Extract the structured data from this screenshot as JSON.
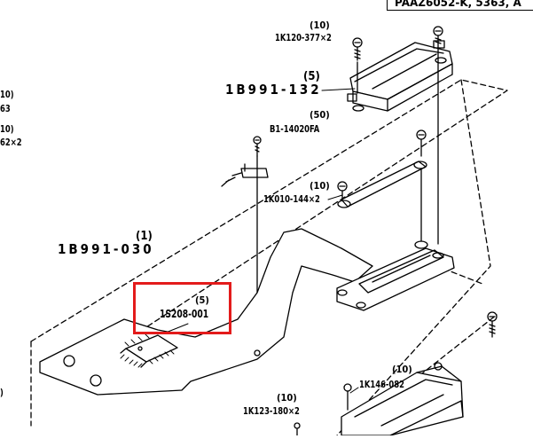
{
  "header": {
    "text": "PAAZ6052-K, 5363, A"
  },
  "left_edge": {
    "line1": "10)",
    "line2": "63",
    "line3": "10)",
    "line4": "62×2",
    "line5": ")"
  },
  "labels": {
    "screw_top": {
      "qty": "(10)",
      "part": "1K120-377×2"
    },
    "cover_top": {
      "qty": "(5)",
      "part": "1B991-132"
    },
    "screw_b1": {
      "qty": "(50)",
      "part": "B1-14020FA"
    },
    "bracket": {
      "qty": "(10)",
      "part": "1K010-144×2"
    },
    "main_board": {
      "qty": "(1)",
      "part": "1B991-030"
    },
    "ic": {
      "qty": "(5)",
      "part": "1S208-001"
    },
    "connector": {
      "qty": "(10)",
      "part": "1K146-082"
    },
    "screw_bottom": {
      "qty": "(10)",
      "part": "1K123-180×2"
    }
  },
  "highlight_color": "#e31b1b"
}
